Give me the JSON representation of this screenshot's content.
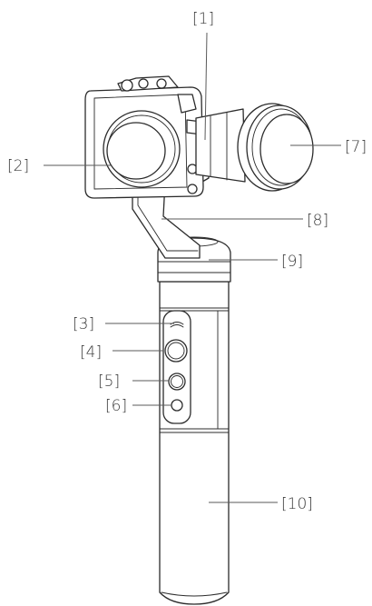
{
  "callouts": {
    "c1": "[1]",
    "c2": "[2]",
    "c3": "[3]",
    "c4": "[4]",
    "c5": "[5]",
    "c6": "[6]",
    "c7": "[7]",
    "c8": "[8]",
    "c9": "[9]",
    "c10": "[10]"
  },
  "colors": {
    "line": "#2b2b2b",
    "label": "#3a3a3a"
  }
}
